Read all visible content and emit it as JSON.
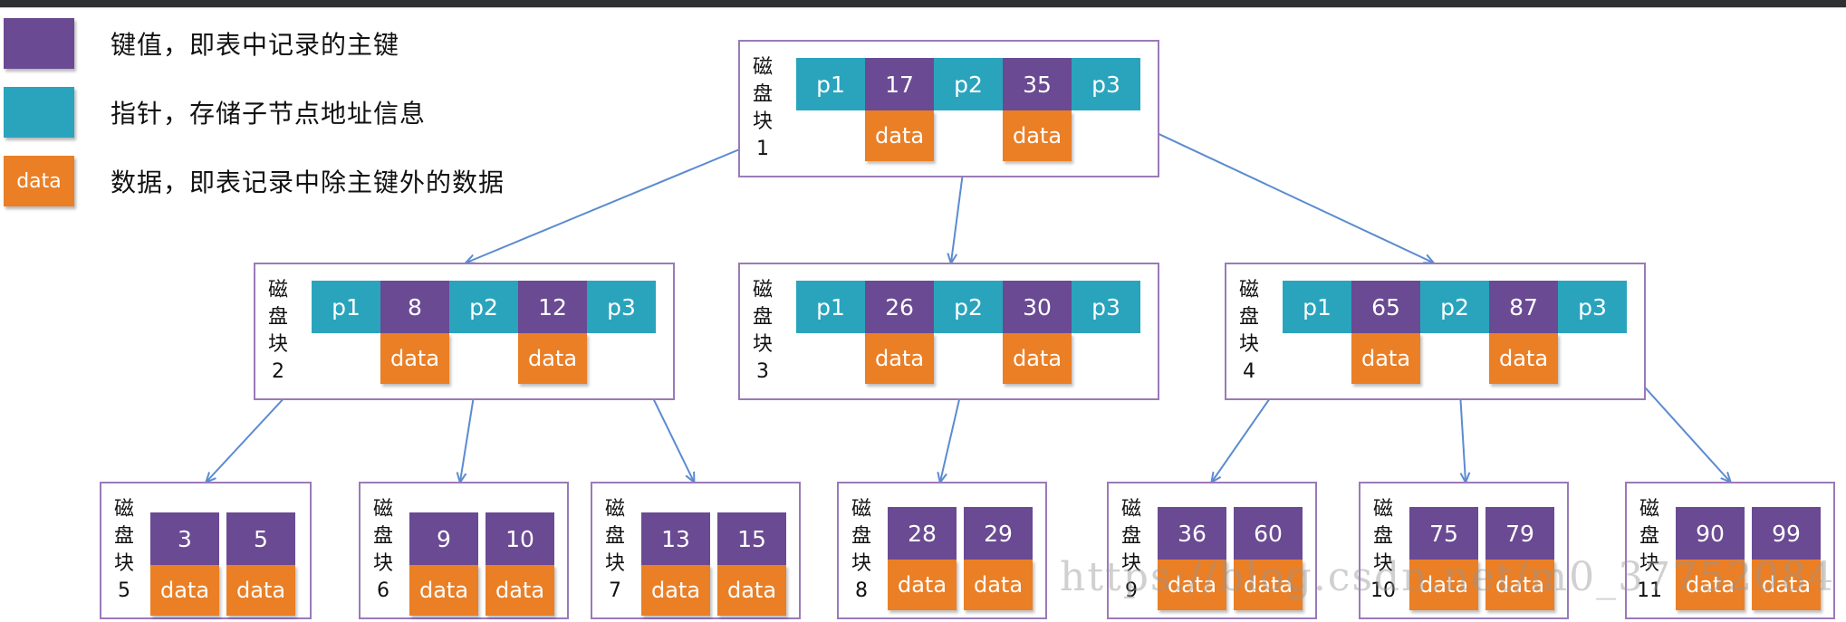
{
  "legend": [
    {
      "swatch_text": "",
      "color": "#6a4a92",
      "text": "键值，即表中记录的主键"
    },
    {
      "swatch_text": "",
      "color": "#2aa4bd",
      "text": "指针，存储子节点地址信息"
    },
    {
      "swatch_text": "data",
      "color": "#ea7f26",
      "text": "数据，即表记录中除主键外的数据"
    }
  ],
  "block_label": "磁盘块",
  "data_label": "data",
  "blocks": {
    "b1": {
      "num": "1",
      "p": [
        "p1",
        "p2",
        "p3"
      ],
      "keys": [
        "17",
        "35"
      ]
    },
    "b2": {
      "num": "2",
      "p": [
        "p1",
        "p2",
        "p3"
      ],
      "keys": [
        "8",
        "12"
      ]
    },
    "b3": {
      "num": "3",
      "p": [
        "p1",
        "p2",
        "p3"
      ],
      "keys": [
        "26",
        "30"
      ]
    },
    "b4": {
      "num": "4",
      "p": [
        "p1",
        "p2",
        "p3"
      ],
      "keys": [
        "65",
        "87"
      ]
    },
    "b5": {
      "num": "5",
      "keys": [
        "3",
        "5"
      ]
    },
    "b6": {
      "num": "6",
      "keys": [
        "9",
        "10"
      ]
    },
    "b7": {
      "num": "7",
      "keys": [
        "13",
        "15"
      ]
    },
    "b8": {
      "num": "8",
      "keys": [
        "28",
        "29"
      ]
    },
    "b9": {
      "num": "9",
      "keys": [
        "36",
        "60"
      ]
    },
    "b10": {
      "num": "10",
      "keys": [
        "75",
        "79"
      ]
    },
    "b11": {
      "num": "11",
      "keys": [
        "90",
        "99"
      ]
    }
  },
  "watermark": "https://blog.csdn.net/m0_37752084"
}
